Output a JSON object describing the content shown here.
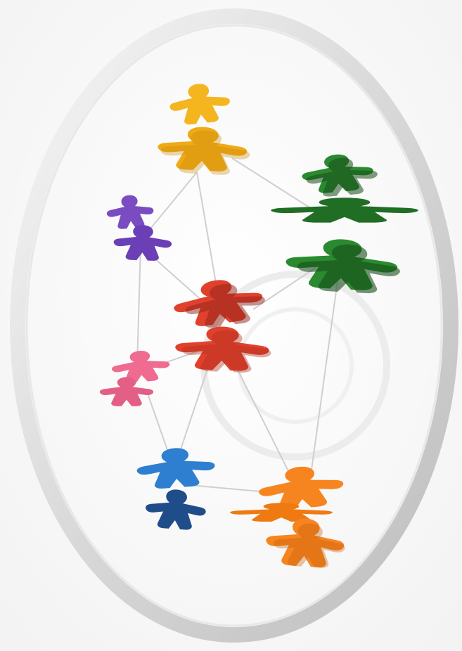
{
  "image": {
    "description_kind": "photograph",
    "frame_color": "#dcdcdc",
    "frame_inner_color": "#f2f2f2",
    "line_color": "#c9c9c9",
    "background_color": "#ffffff"
  },
  "groups": [
    {
      "name": "yellow",
      "color": "#f4b51e",
      "shade": "#c98a10"
    },
    {
      "name": "purple",
      "color": "#7a4cc2",
      "shade": "#4d2b8a"
    },
    {
      "name": "red",
      "color": "#e0412c",
      "shade": "#8e2419"
    },
    {
      "name": "green",
      "color": "#2a8a2f",
      "shade": "#174d1a"
    },
    {
      "name": "pink",
      "color": "#ef6b8f",
      "shade": "#b84464"
    },
    {
      "name": "blue",
      "color": "#2e7fcf",
      "shade": "#1f4d8a"
    },
    {
      "name": "orange",
      "color": "#f7851f",
      "shade": "#c15d0b"
    }
  ]
}
